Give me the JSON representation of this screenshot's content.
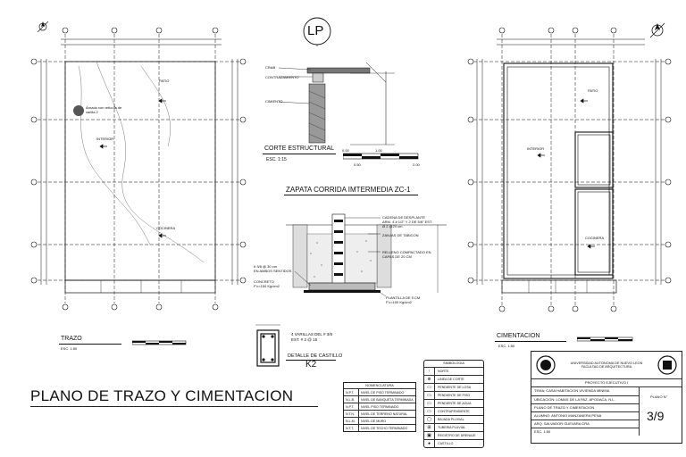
{
  "sheet_title": "PLANO DE TRAZO Y CIMENTACION",
  "lp_mark": "LP",
  "plans": {
    "trazo": {
      "title": "TRAZO",
      "scale": "ESC. 1:50"
    },
    "cimentacion": {
      "title": "CIMENTACION",
      "scale": "ESC. 1:50"
    }
  },
  "rooms": {
    "patio": "PATIO",
    "interior": "INTERIOR",
    "cocinera": "COCINERA"
  },
  "tree_note": "Árnado con retícula de varilla 2",
  "corte": {
    "title": "CORTE ESTRUCTURAL",
    "scale": "ESC. 1:15",
    "labels": [
      "CRAB",
      "CONTRAZAMIENTO",
      "CIMIENTO"
    ],
    "scale_bar": [
      "0.00",
      "1.00",
      "0.50",
      "2.00"
    ]
  },
  "zapata": {
    "title": "ZAPATA CORRIDA IMTERMEDIA ZC-1",
    "labels": [
      "CADENA DE DESPLANTE",
      "ARM. 4 # 1/2\" Y 2 DE 5/8\" EST.",
      "Ø 2 @20 cm",
      "ZANJAS DE TABICON",
      "RELLENO COMPACTADO EN",
      "CAPAS DE 20 CM",
      "# 3/8 @ 30 cm",
      "EN AMBOS SENTIDOS",
      "CONCRETO",
      "F'c=150 Kg/cm2",
      "PLANTILLA DE 5 CM",
      "F'c=100 Kg/cm2"
    ]
  },
  "castillo": {
    "spec1": "4 VARILLAS DEL # 3/8",
    "spec2": "EST. # 2 @ 15",
    "title": "DETALLE DE CASTILLO",
    "code": "K2"
  },
  "nomenclatura": {
    "title": "NOMENCLATURA",
    "rows": [
      [
        "N.P.T.",
        "NIVEL DE PISO TERMINADO"
      ],
      [
        "N.L.B.",
        "NIVEL DE BANQUETA TERMINADA"
      ],
      [
        "N.P.T.",
        "NIVEL PISO TERMINADO"
      ],
      [
        "N.T.N.",
        "NIVEL DE TERRENO NATURAL"
      ],
      [
        "N.L.M.",
        "NIVEL DE MURO"
      ],
      [
        "N.T.T.",
        "NIVEL DE TECHO TERMINADO"
      ]
    ]
  },
  "simbologia": {
    "title": "SIMBOLOGIA",
    "rows": [
      [
        "↑",
        "NORTE"
      ],
      [
        "⊕",
        "LINEA DE CORTE"
      ],
      [
        "▭",
        "PENDIENTE DE LOSA"
      ],
      [
        "▭",
        "PENDIENTE DE PISO"
      ],
      [
        "▭",
        "PENDIENTE DE AGUA"
      ],
      [
        "▭",
        "CONTRAPENDIENTE"
      ],
      [
        "◯",
        "BAJADA PLUVIAL"
      ],
      [
        "⊞",
        "TUBERIA PLUVIAL"
      ],
      [
        "▣",
        "REGISTRO DE DRENAJE"
      ],
      [
        "●",
        "CASTILLO"
      ]
    ]
  },
  "title_block": {
    "university": "UNIVERSIDAD AUTONOMA DE NUEVO LEON",
    "faculty": "FACULTAD DE ARQUITECTURA",
    "project": "PROYECTO EJECUTIVO I",
    "rows": [
      "TEMA: CASA HABITACION VIVIENDA MINIMA",
      "UBICACION: LOMAS DE LA PAZ, APODACA, N.L.",
      "PLANO DE TRAZO Y CIMENTACION",
      "ALUMNO: ANTONIO MANZANERA PENA",
      "ARQ. SALVADOR GUEVARA CRA",
      "ESC. 1:50"
    ],
    "plano_label": "PLANO N°",
    "sheet_number": "3/9"
  },
  "colors": {
    "ink": "#111111",
    "hatch": "#444444",
    "fill": "#bbbbbb"
  }
}
